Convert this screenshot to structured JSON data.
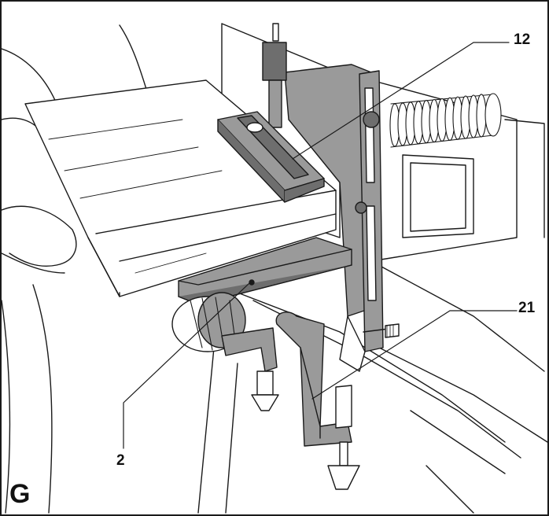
{
  "figure": {
    "letter": "G"
  },
  "callouts": [
    {
      "id": "c12",
      "label": "12"
    },
    {
      "id": "c21",
      "label": "21"
    },
    {
      "id": "c2",
      "label": "2"
    }
  ],
  "colors": {
    "line": "#1a1a1a",
    "part_fill": "#9a9a9a",
    "dark_fill": "#6e6e6e",
    "paper": "#ffffff"
  }
}
